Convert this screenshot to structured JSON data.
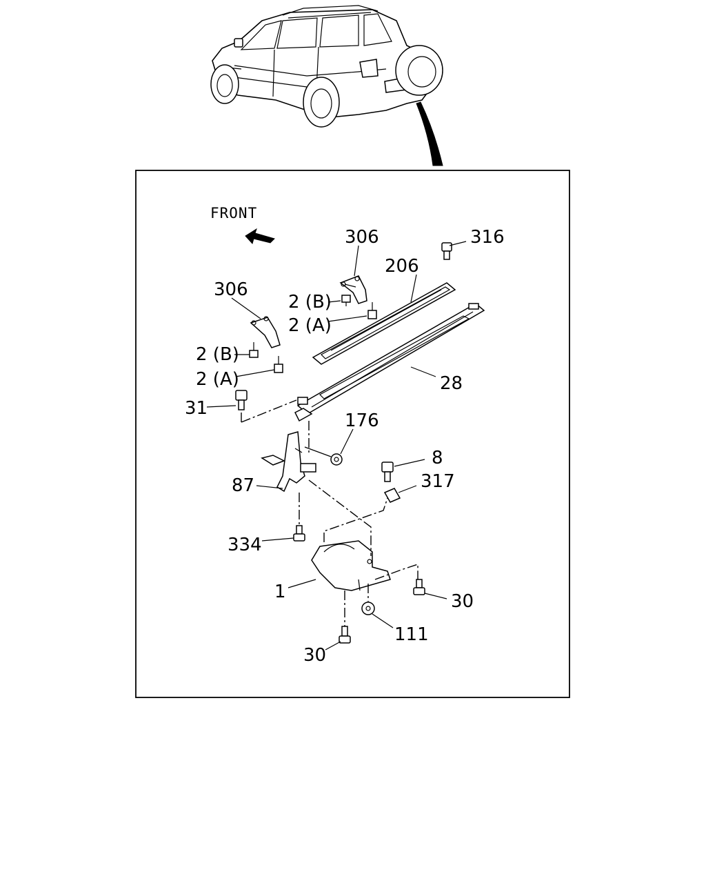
{
  "diagram": {
    "direction_label": "FRONT",
    "callouts": [
      {
        "id": "c-316",
        "text": "316"
      },
      {
        "id": "c-306-right",
        "text": "306"
      },
      {
        "id": "c-206",
        "text": "206"
      },
      {
        "id": "c-306-left",
        "text": "306"
      },
      {
        "id": "c-2b-right",
        "text": "2 (B)"
      },
      {
        "id": "c-2a-right",
        "text": "2 (A)"
      },
      {
        "id": "c-2b-left",
        "text": "2 (B)"
      },
      {
        "id": "c-2a-left",
        "text": "2 (A)"
      },
      {
        "id": "c-28",
        "text": "28"
      },
      {
        "id": "c-31",
        "text": "31"
      },
      {
        "id": "c-176",
        "text": "176"
      },
      {
        "id": "c-8",
        "text": "8"
      },
      {
        "id": "c-317",
        "text": "317"
      },
      {
        "id": "c-87",
        "text": "87"
      },
      {
        "id": "c-334",
        "text": "334"
      },
      {
        "id": "c-1",
        "text": "1"
      },
      {
        "id": "c-30-right",
        "text": "30"
      },
      {
        "id": "c-111",
        "text": "111"
      },
      {
        "id": "c-30-bottom",
        "text": "30"
      }
    ]
  }
}
